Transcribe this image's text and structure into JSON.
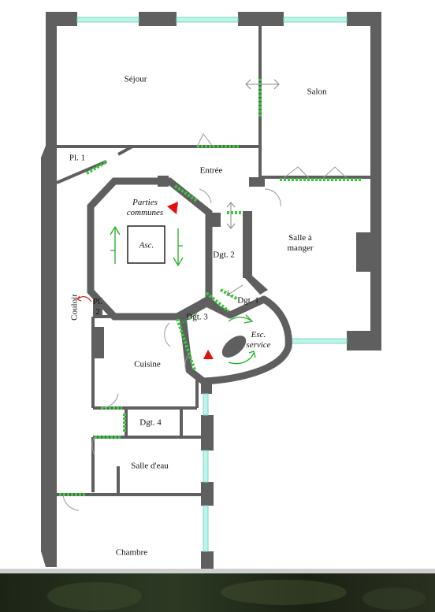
{
  "rooms": {
    "sejour": "Séjour",
    "salon": "Salon",
    "pl1": "Pl. 1",
    "entree": "Entrée",
    "parties_communes": "Parties communes",
    "asc": "Asc.",
    "dgt2": "Dgt. 2",
    "salle_manger": "Salle à manger",
    "couloir": "Couloir",
    "pl2": "Pl. 2",
    "dgt1": "Dgt. 1",
    "dgt3": "Dgt. 3",
    "esc_service": "Esc. service",
    "cuisine": "Cuisine",
    "dgt4": "Dgt. 4",
    "salle_eau": "Salle d'eau",
    "chambre": "Chambre"
  },
  "colors": {
    "wall": "#5f5f5f",
    "window": "#bdf4ea",
    "door": "#3cc83c",
    "marker": "#e01010",
    "arrow_green": "#22b022",
    "arrow_red": "#d02020"
  },
  "icons": [
    "entrance-marker-icon",
    "double-arrow-icon",
    "stair-arrow-icon",
    "exit-arrow-icon"
  ]
}
